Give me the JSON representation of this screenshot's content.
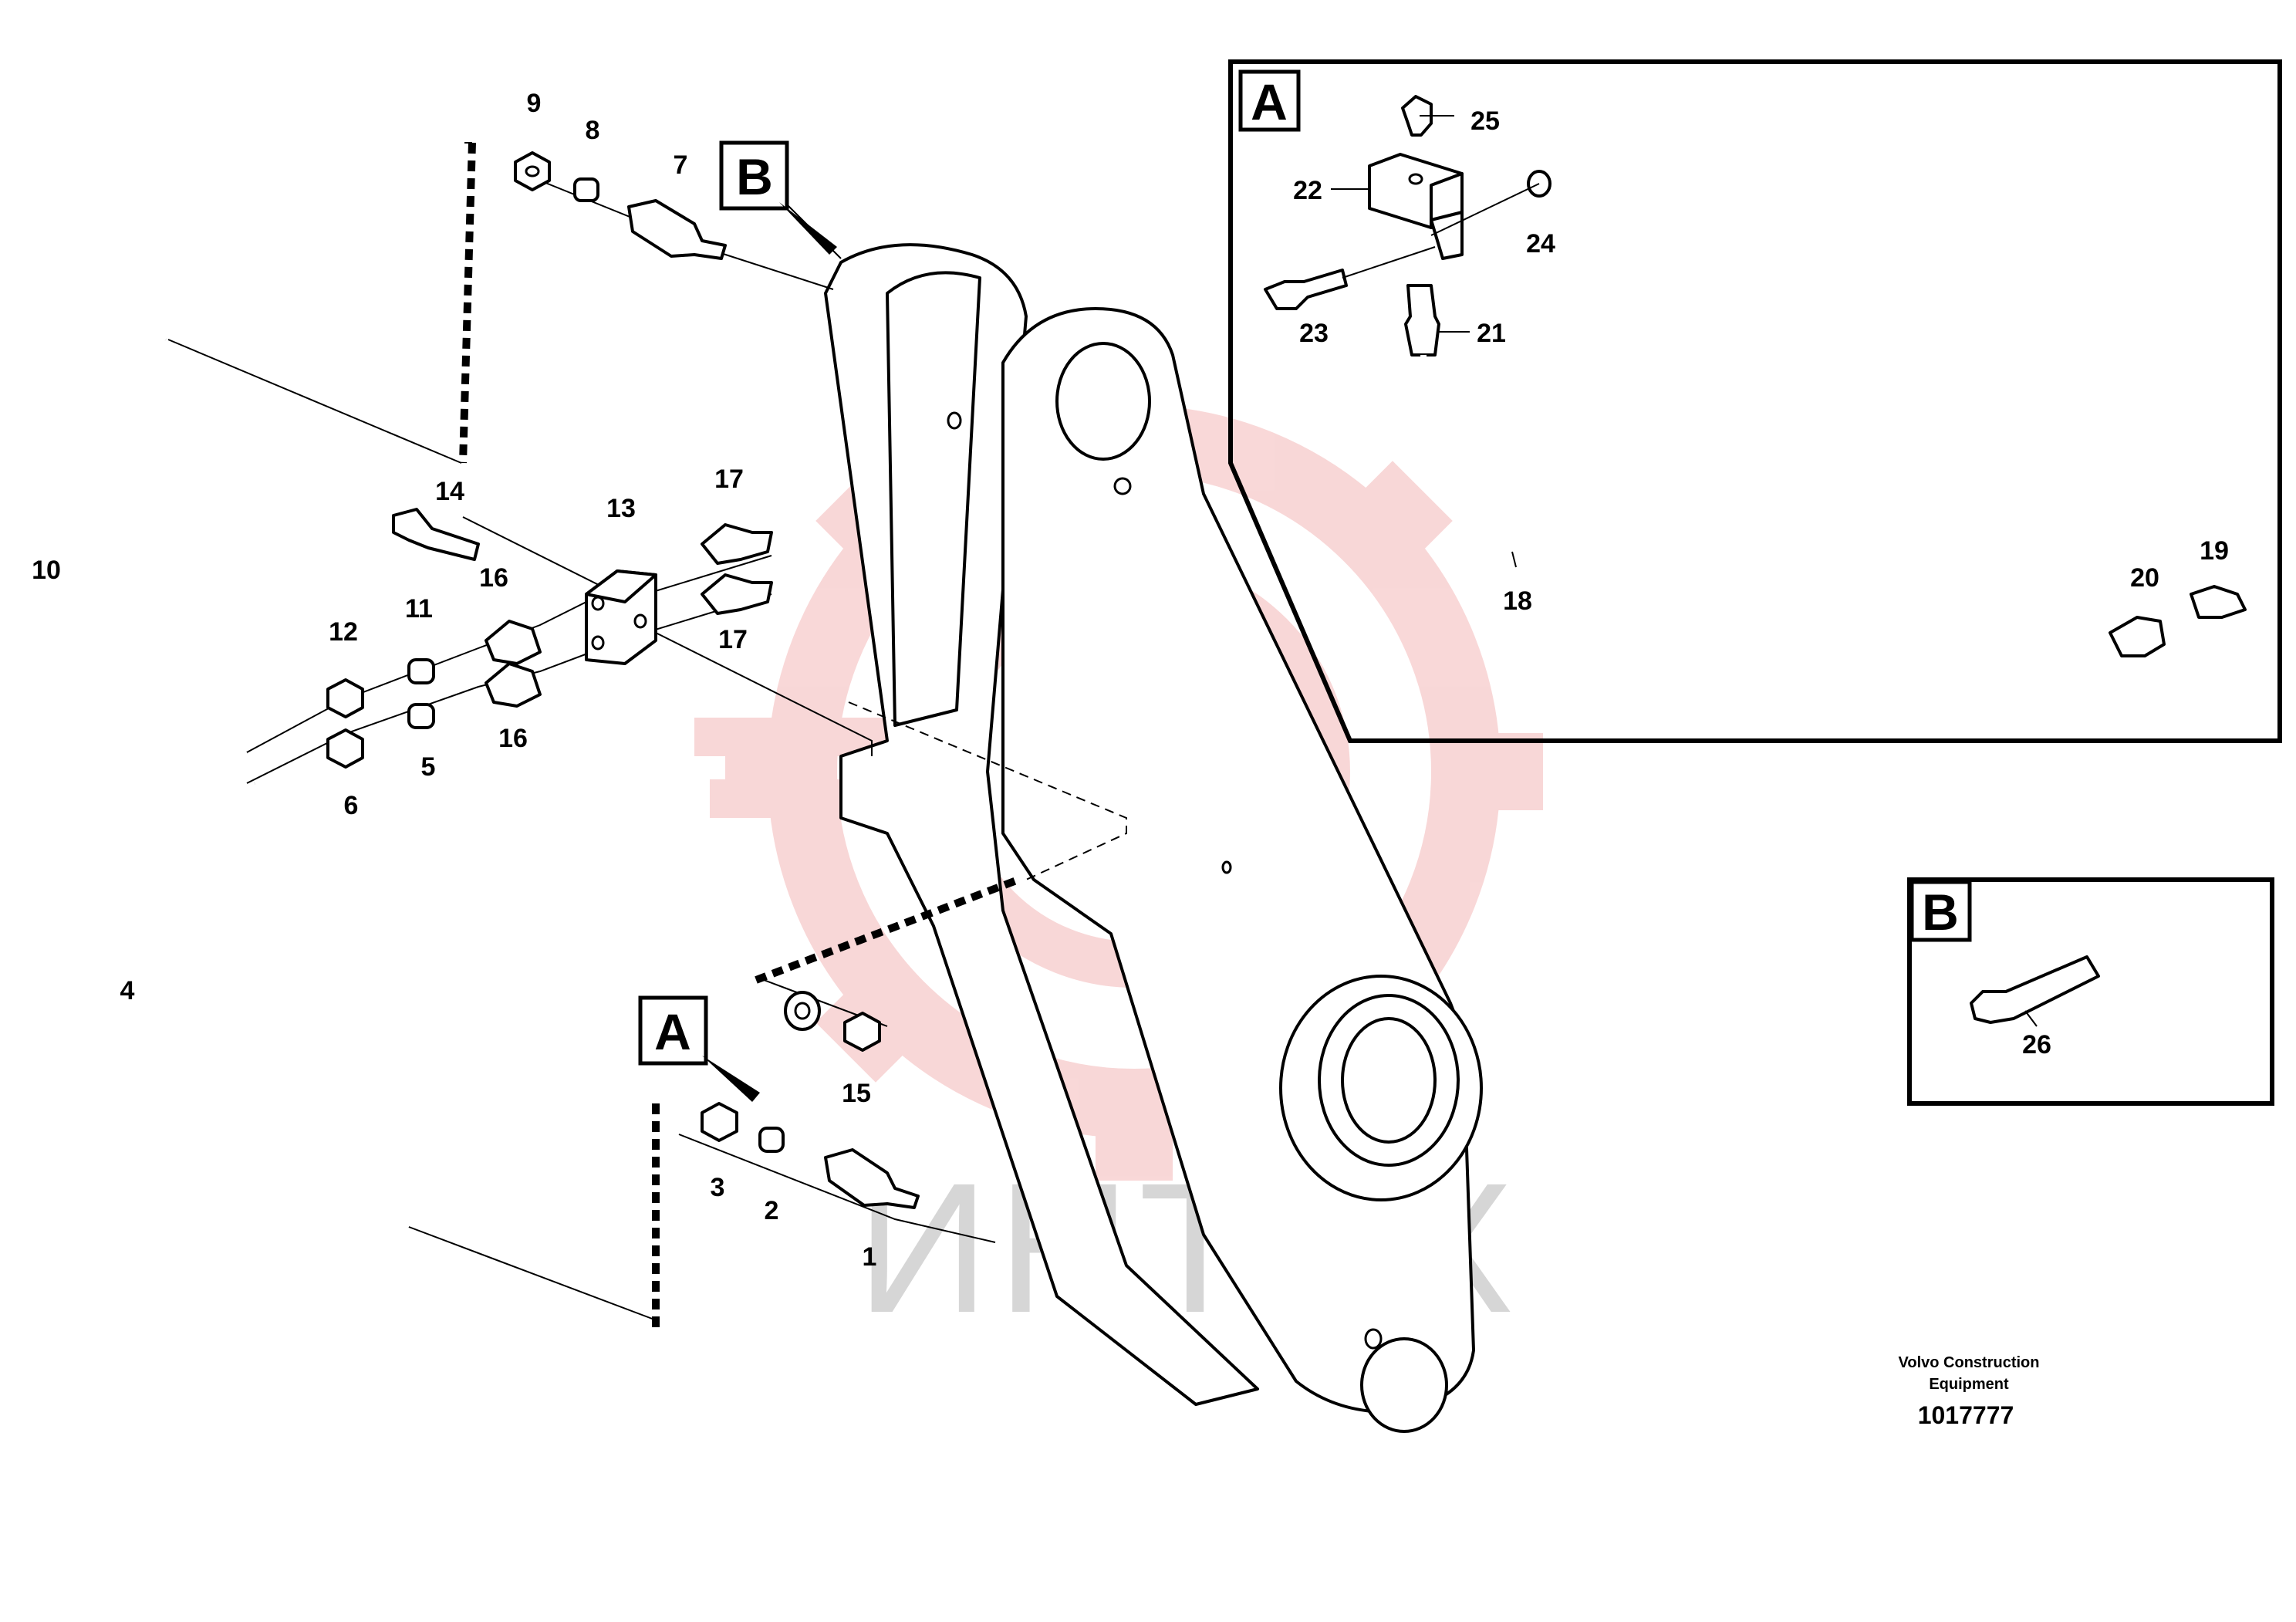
{
  "callouts": {
    "c1": "1",
    "c2": "2",
    "c3": "3",
    "c4": "4",
    "c5": "5",
    "c6": "6",
    "c7": "7",
    "c8": "8",
    "c9": "9",
    "c10": "10",
    "c11": "11",
    "c12": "12",
    "c13": "13",
    "c14": "14",
    "c15": "15",
    "c16a": "16",
    "c16b": "16",
    "c17a": "17",
    "c17b": "17",
    "c18": "18",
    "c19": "19",
    "c20": "20",
    "c21": "21",
    "c22": "22",
    "c23": "23",
    "c24": "24",
    "c25": "25",
    "c26": "26"
  },
  "view_labels": {
    "a_main": "A",
    "b_main": "B",
    "a_inset": "A",
    "b_inset": "B"
  },
  "credit": {
    "line1": "Volvo Construction",
    "line2": "Equipment",
    "doc_number": "1017777"
  },
  "watermark": {
    "text": "ИНТЕХ",
    "color": "#f4b8b8"
  }
}
